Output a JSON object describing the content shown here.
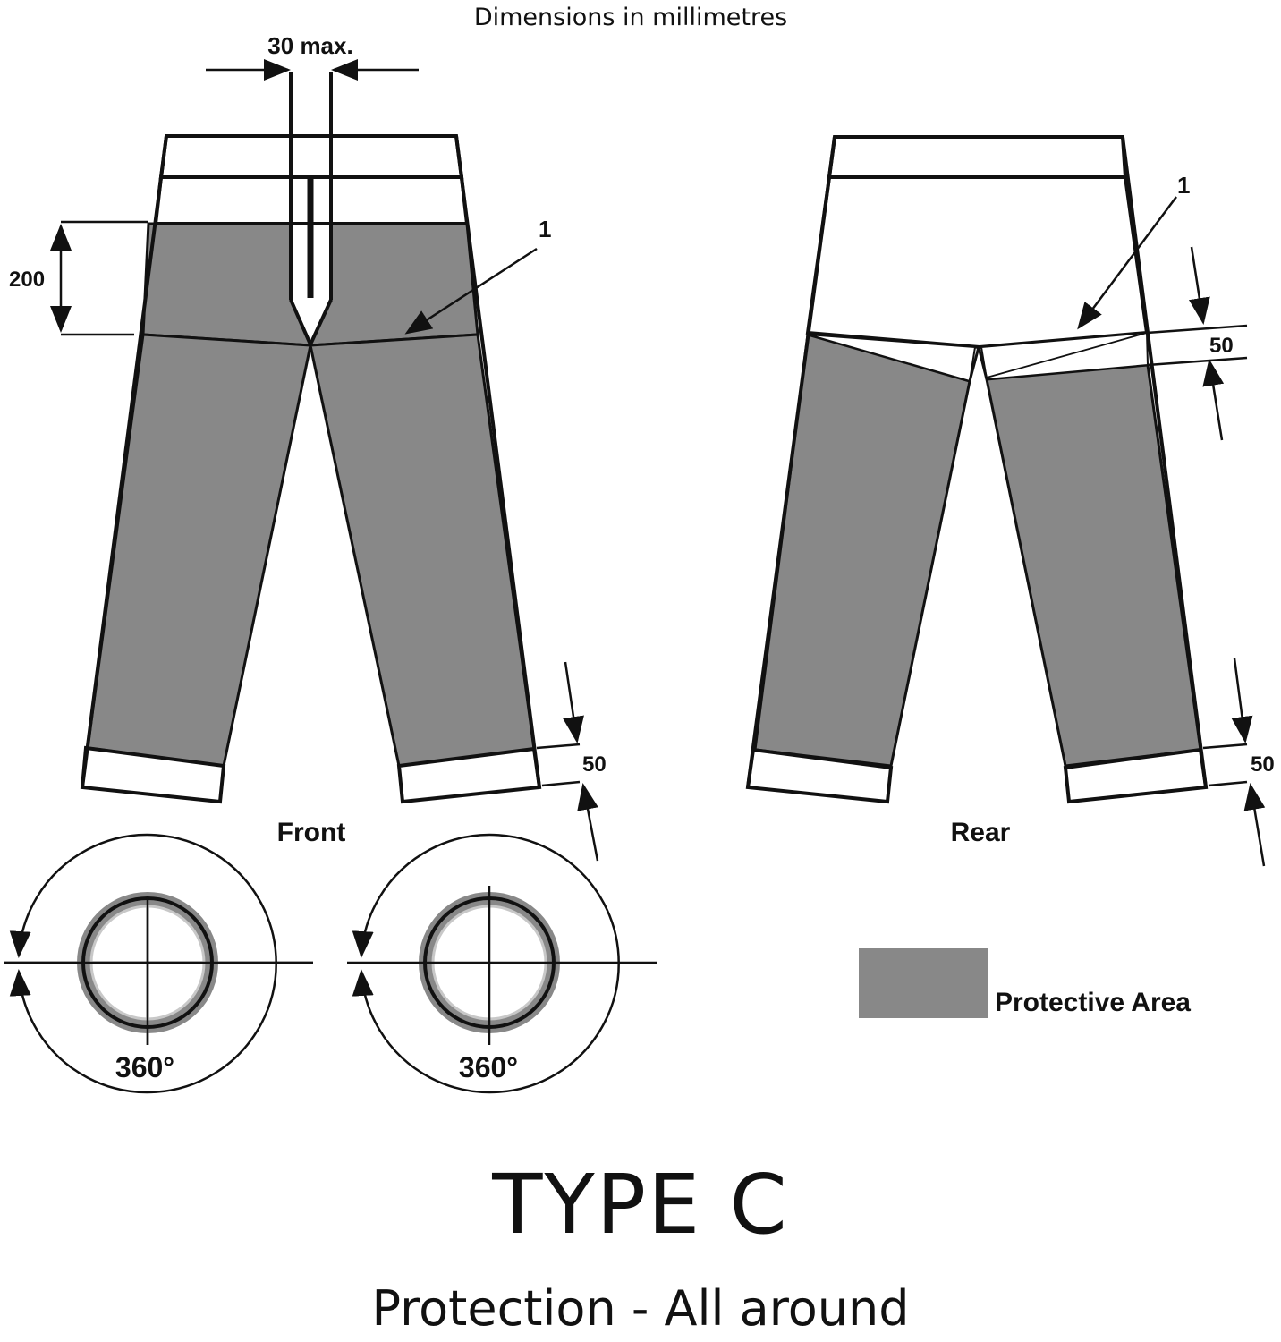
{
  "header": {
    "units_note": "Dimensions in millimetres"
  },
  "dimensions": {
    "fly_width": "30 max.",
    "front_height": "200",
    "front_hem": "50",
    "rear_seat": "50",
    "rear_hem": "50"
  },
  "leader_number": "1",
  "views": {
    "front": "Front",
    "rear": "Rear"
  },
  "rotation": {
    "left": "360°",
    "right": "360°"
  },
  "legend": {
    "label": "Protective Area",
    "swatch_color": "#888888"
  },
  "footer": {
    "title": "TYPE C",
    "subtitle": "Protection - All around"
  },
  "colors": {
    "protective": "#888888",
    "ring_fill": "#c8c8c8",
    "outline": "#111111"
  }
}
